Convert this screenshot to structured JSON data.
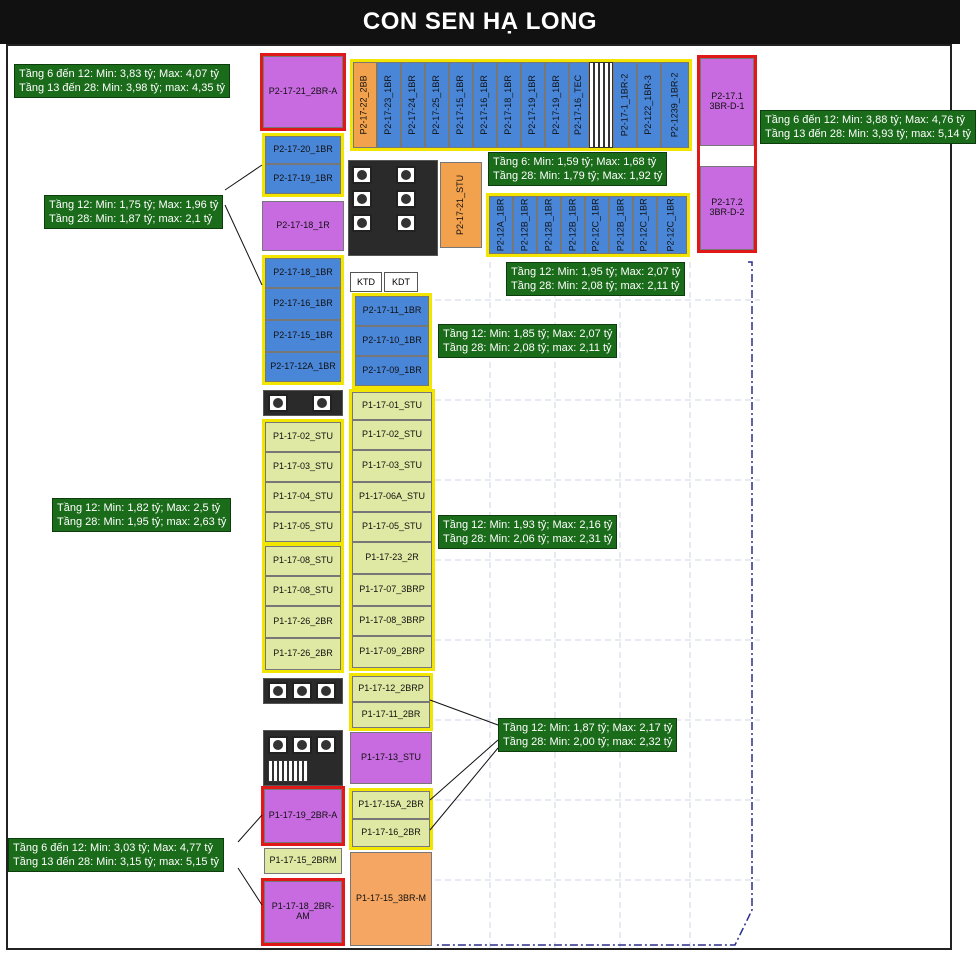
{
  "title": "CON SEN HẠ LONG",
  "colors": {
    "blue": "#4a86d8",
    "green": "#dfe9a3",
    "purple": "#c86be0",
    "orange": "#f5a662",
    "label_bg": "#1a6b1a",
    "yellow_group": "#f2e600",
    "red_group": "#e01818"
  },
  "units": {
    "p2_17_21_2bra": "P2-17-21_2BR-A",
    "p2_17_20_1br": "P2-17-20_1BR",
    "p2_17_19_1br": "P2-17-19_1BR",
    "p2_17_18_1r": "P2-17-18_1R",
    "p2_17_18_1br": "P2-17-18_1BR",
    "p2_17_16_1br": "P2-17-16_1BR",
    "p2_17_15_1br": "P2-17-15_1BR",
    "p2_17_12a_1br": "P2-17-12A_1BR",
    "top_row": [
      "P2-17-22_2BB",
      "P2-17-23_1BR",
      "P2-17-24_1BR",
      "P2-17-25_1BR",
      "P2-17-15_1BR",
      "P2-17-16_1BR",
      "P2-17-18_1BR",
      "P2-17-19_1BR",
      "P2-17-19_1BR",
      "P2-17-16_TEC",
      "",
      "P2-17-1_1BR-2",
      "P2-122_1BR-3",
      "P2-1239_1BR-2"
    ],
    "p2_17_1": "P2-17.1\n3BR-D-1",
    "p2_17_2": "P2-17.2\n3BR-D-2",
    "p2_17_21_stu": "P2-17-21_STU",
    "mid_row": [
      "P2-12A_1BR",
      "P2-12B_1BR",
      "P2-12B_1BR",
      "P2-12B_1BR",
      "P2-12C_1BR",
      "P2-12B_1BR",
      "P2-12C_1BR",
      "P2-12C_1BR"
    ],
    "ktd": "KTD",
    "kdt": "KDT",
    "p2_17_11_1br": "P2-17-11_1BR",
    "p2_17_10_1br": "P2-17-10_1BR",
    "p2_17_09_1br": "P2-17-09_1BR",
    "left_col": [
      "P1-17-02_STU",
      "P1-17-03_STU",
      "P1-17-04_STU",
      "P1-17-05_STU",
      "P1-17-08_STU",
      "P1-17-08_STU",
      "P1-17-26_2BR",
      "P1-17-26_2BR"
    ],
    "right_col": [
      "P1-17-01_STU",
      "P1-17-02_STU",
      "P1-17-03_STU",
      "P1-17-06A_STU",
      "P1-17-05_STU",
      "P1-17-23_2R",
      "P1-17-07_3BRP",
      "P1-17-08_3BRP",
      "P1-17-09_2BRP"
    ],
    "p1_17_12_2brp": "P1-17-12_2BRP",
    "p1_17_11_2br": "P1-17-11_2BR",
    "p1_17_13_stu": "P1-17-13_STU",
    "p1_17_15a_2br": "P1-17-15A_2BR",
    "p1_17_16_2br": "P1-17-16_2BR",
    "p1_17_19_2bra": "P1-17-19_2BR-A",
    "p1_17_15_2brm": "P1-17-15_2BRM",
    "p1_17_18_2bram": "P1-17-18_2BR-AM",
    "p1_17_15_3brm": "P1-17-15_3BR-M"
  },
  "prices": {
    "topleft": {
      "l1": "Tầng 6 đến 12: Min: 3,83 tỷ; Max: 4,07 tỷ",
      "l2": "Tầng 13 đến 28: Min: 3,98 tỷ; max: 4,35 tỷ"
    },
    "topright": {
      "l1": "Tầng 6 đến 12: Min: 3,88 tỷ; Max: 4,76 tỷ",
      "l2": "Tầng 13 đến 28: Min: 3,93 tỷ; max: 5,14 tỷ"
    },
    "leftmid": {
      "l1": "Tầng 12: Min: 1,75 tỷ; Max: 1,96 tỷ",
      "l2": "Tầng 28: Min: 1,87 tỷ; max: 2,1 tỷ"
    },
    "toprow": {
      "l1": "Tầng 6: Min: 1,59 tỷ; Max: 1,68 tỷ",
      "l2": "Tầng 28: Min: 1,79 tỷ; Max: 1,92 tỷ"
    },
    "midrow": {
      "l1": "Tầng 12: Min: 1,95 tỷ; Max: 2,07 tỷ",
      "l2": "Tầng 28: Min: 2,08 tỷ; max: 2,11 tỷ"
    },
    "p2col": {
      "l1": "Tầng 12: Min: 1,85 tỷ; Max: 2,07 tỷ",
      "l2": "Tầng 28: Min: 2,08 tỷ; max: 2,11 tỷ"
    },
    "leftcol": {
      "l1": "Tầng 12: Min: 1,82 tỷ; Max: 2,5 tỷ",
      "l2": "Tầng 28: Min: 1,95 tỷ; max: 2,63 tỷ"
    },
    "rightcol": {
      "l1": "Tầng 12: Min: 1,93 tỷ; Max: 2,16 tỷ",
      "l2": "Tầng 28: Min: 2,06 tỷ; max: 2,31 tỷ"
    },
    "lower": {
      "l1": "Tầng 12: Min: 1,87 tỷ; Max: 2,17 tỷ",
      "l2": "Tầng 28: Min: 2,00 tỷ; max: 2,32 tỷ"
    },
    "bottomleft": {
      "l1": "Tầng 6 đến 12: Min: 3,03 tỷ; Max: 4,77 tỷ",
      "l2": "Tầng 13 đến 28: Min: 3,15 tỷ; max: 5,15 tỷ"
    }
  }
}
